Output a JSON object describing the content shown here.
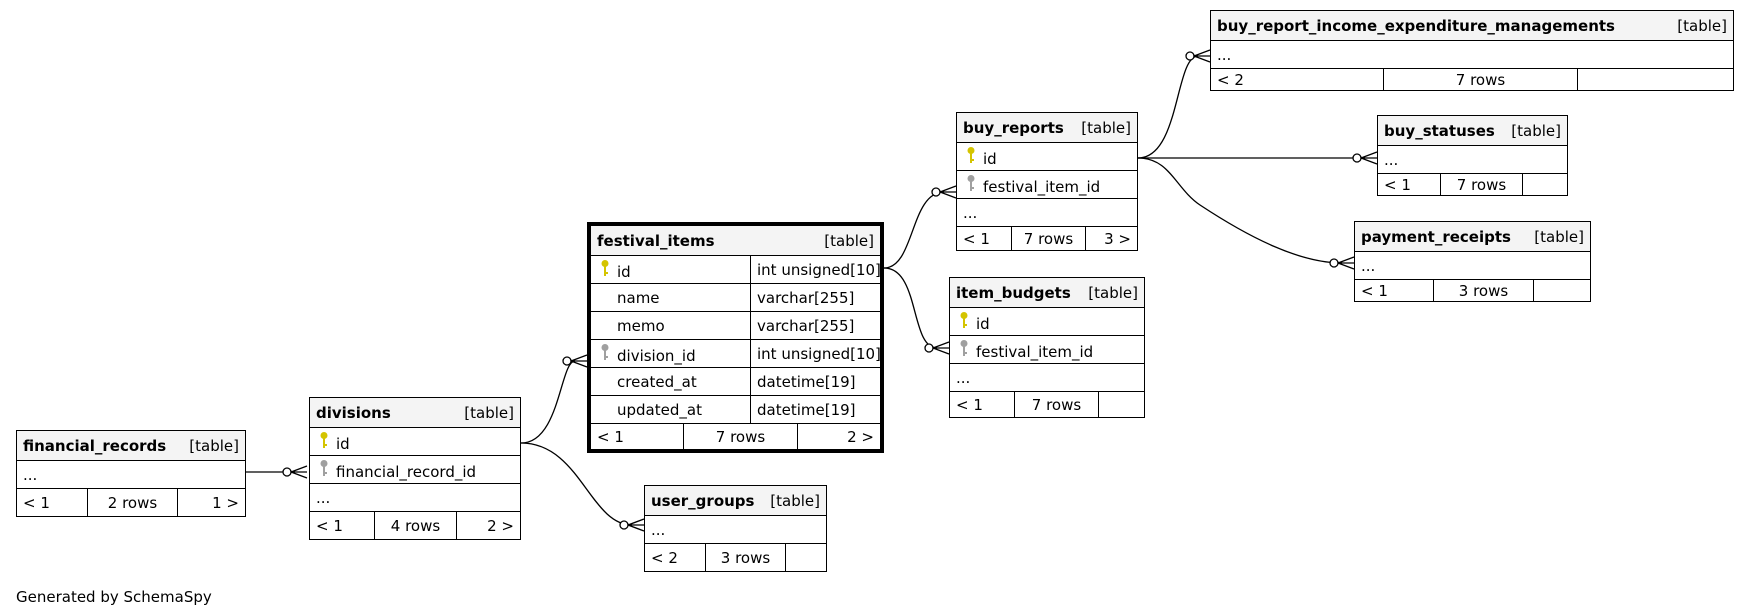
{
  "generated_by": "Generated by SchemaSpy",
  "tables": {
    "financial_records": {
      "name": "financial_records",
      "type": "[table]",
      "columns": [
        {
          "name": "...",
          "key": ""
        }
      ],
      "footer": [
        "< 1",
        "2 rows",
        "1 >"
      ]
    },
    "divisions": {
      "name": "divisions",
      "type": "[table]",
      "columns": [
        {
          "name": "id",
          "key": "pk"
        },
        {
          "name": "financial_record_id",
          "key": "fk"
        },
        {
          "name": "...",
          "key": ""
        }
      ],
      "footer": [
        "< 1",
        "4 rows",
        "2 >"
      ]
    },
    "festival_items": {
      "name": "festival_items",
      "type": "[table]",
      "columns": [
        {
          "name": "id",
          "key": "pk",
          "datatype": "int unsigned[10]"
        },
        {
          "name": "name",
          "key": "",
          "datatype": "varchar[255]"
        },
        {
          "name": "memo",
          "key": "",
          "datatype": "varchar[255]"
        },
        {
          "name": "division_id",
          "key": "fk",
          "datatype": "int unsigned[10]"
        },
        {
          "name": "created_at",
          "key": "",
          "datatype": "datetime[19]"
        },
        {
          "name": "updated_at",
          "key": "",
          "datatype": "datetime[19]"
        }
      ],
      "footer": [
        "< 1",
        "7 rows",
        "2 >"
      ]
    },
    "user_groups": {
      "name": "user_groups",
      "type": "[table]",
      "columns": [
        {
          "name": "...",
          "key": ""
        }
      ],
      "footer": [
        "< 2",
        "3 rows",
        ""
      ]
    },
    "buy_reports": {
      "name": "buy_reports",
      "type": "[table]",
      "columns": [
        {
          "name": "id",
          "key": "pk"
        },
        {
          "name": "festival_item_id",
          "key": "fk"
        },
        {
          "name": "...",
          "key": ""
        }
      ],
      "footer": [
        "< 1",
        "7 rows",
        "3 >"
      ]
    },
    "item_budgets": {
      "name": "item_budgets",
      "type": "[table]",
      "columns": [
        {
          "name": "id",
          "key": "pk"
        },
        {
          "name": "festival_item_id",
          "key": "fk"
        },
        {
          "name": "...",
          "key": ""
        }
      ],
      "footer": [
        "< 1",
        "7 rows",
        ""
      ]
    },
    "buy_report_income_expenditure_managements": {
      "name": "buy_report_income_expenditure_managements",
      "type": "[table]",
      "columns": [
        {
          "name": "...",
          "key": ""
        }
      ],
      "footer": [
        "< 2",
        "7 rows",
        ""
      ]
    },
    "buy_statuses": {
      "name": "buy_statuses",
      "type": "[table]",
      "columns": [
        {
          "name": "...",
          "key": ""
        }
      ],
      "footer": [
        "< 1",
        "7 rows",
        ""
      ]
    },
    "payment_receipts": {
      "name": "payment_receipts",
      "type": "[table]",
      "columns": [
        {
          "name": "...",
          "key": ""
        }
      ],
      "footer": [
        "< 1",
        "3 rows",
        ""
      ]
    }
  },
  "relationships": [
    {
      "from": "financial_records",
      "to": "divisions"
    },
    {
      "from": "divisions",
      "to": "festival_items"
    },
    {
      "from": "divisions",
      "to": "user_groups"
    },
    {
      "from": "festival_items",
      "to": "buy_reports"
    },
    {
      "from": "festival_items",
      "to": "item_budgets"
    },
    {
      "from": "buy_reports",
      "to": "buy_report_income_expenditure_managements"
    },
    {
      "from": "buy_reports",
      "to": "buy_statuses"
    },
    {
      "from": "buy_reports",
      "to": "payment_receipts"
    }
  ],
  "colors": {
    "pk_key": "#d4c400",
    "fk_key": "#a0a0a0",
    "header_bg": "#f4f4f4"
  },
  "icons": {
    "pk": "primary-key-icon",
    "fk": "foreign-key-icon"
  }
}
